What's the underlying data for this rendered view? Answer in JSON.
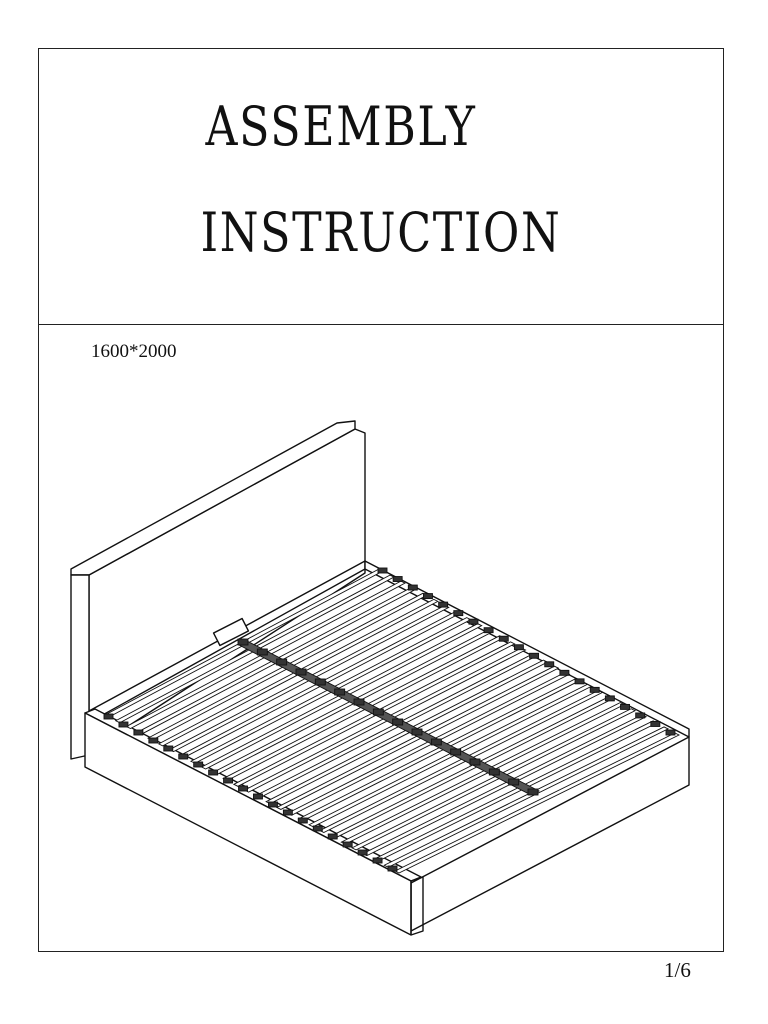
{
  "title": {
    "line1": "ASSEMBLY",
    "line2": "INSTRUCTION"
  },
  "bed_size": "1600*2000",
  "page_number": "1/6",
  "figure": {
    "subject": "bed-frame-with-slats-icon"
  }
}
